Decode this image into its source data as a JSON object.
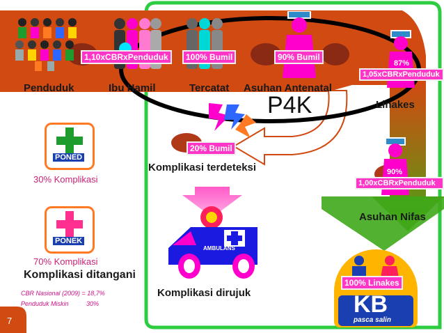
{
  "labels": {
    "penduduk": "Penduduk",
    "ibu_hamil": "Ibu Hamil",
    "tercatat": "Tercatat",
    "asuhan_antenatal": "Asuhan Antenatal",
    "linakes": "Linakes",
    "p4k": "P4K",
    "komplikasi_terdeteksi": "Komplikasi terdeteksi",
    "komplikasi_dirujuk": "Komplikasi dirujuk",
    "komplikasi_ditangani": "Komplikasi ditangani",
    "asuhan_nifas": "Asuhan Nifas"
  },
  "tags": {
    "cbr_penduduk": "1,10xCBRxPenduduk",
    "bumil_100": "100% Bumil",
    "bumil_90": "90% Bumil",
    "linakes_pct": "87%",
    "linakes_cbr": "1,05xCBRxPenduduk",
    "bumil_20": "20% Bumil",
    "nifas_pct": "90%",
    "nifas_cbr": "1,00xCBRxPenduduk",
    "linakes_100": "100% Linakes"
  },
  "facilities": {
    "poned": "PONED",
    "ponek": "PONEK",
    "poned_pct": "30% Komplikasi",
    "ponek_pct": "70% Komplikasi",
    "ambulans": "AMBULANS"
  },
  "kb": {
    "title": "KB",
    "subtitle": "pasca salin"
  },
  "notes": {
    "cbr_nasional": "CBR Nasional (2009) = 18,7%",
    "penduduk_miskin": "Penduduk Miskin",
    "penduduk_miskin_value": "30%"
  },
  "slide_number": "7",
  "colors": {
    "band": "#d04a12",
    "green": "#2ecc40",
    "magenta": "#ff00cc",
    "ambulance_blue": "#1a1ae0",
    "cross_green": "#1e9c2e",
    "cross_pink": "#ff2f8f"
  }
}
